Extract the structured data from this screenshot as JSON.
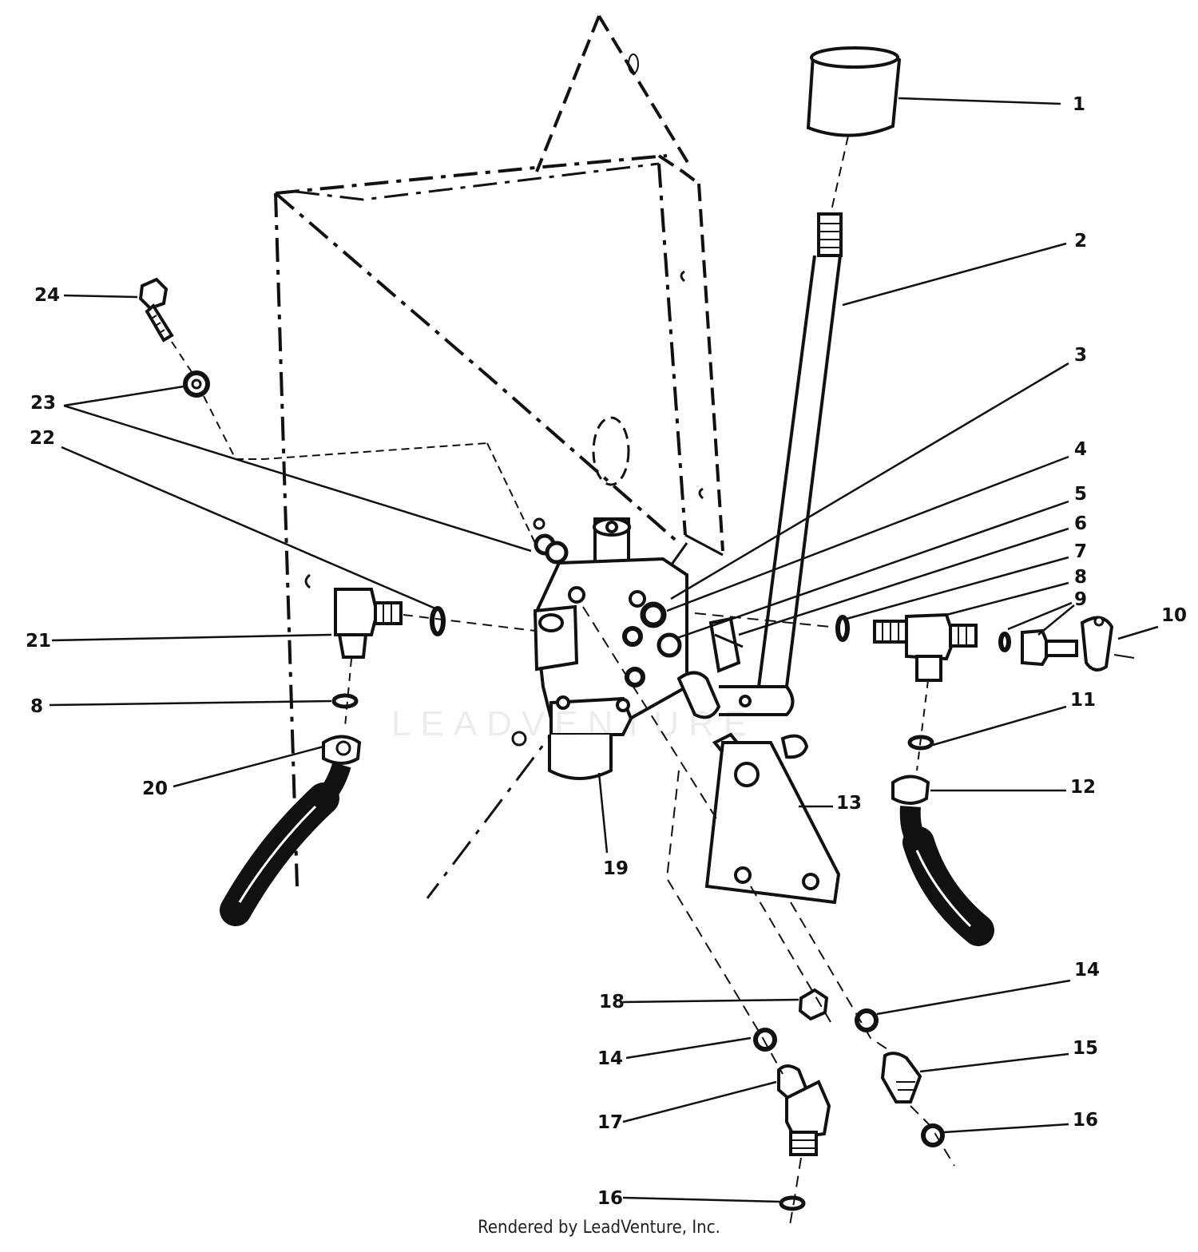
{
  "diagram": {
    "callouts": [
      {
        "id": "1",
        "label": "1"
      },
      {
        "id": "2",
        "label": "2"
      },
      {
        "id": "3",
        "label": "3"
      },
      {
        "id": "4",
        "label": "4"
      },
      {
        "id": "5",
        "label": "5"
      },
      {
        "id": "6",
        "label": "6"
      },
      {
        "id": "7",
        "label": "7"
      },
      {
        "id": "8a",
        "label": "8"
      },
      {
        "id": "9",
        "label": "9"
      },
      {
        "id": "10",
        "label": "10"
      },
      {
        "id": "11",
        "label": "11"
      },
      {
        "id": "12",
        "label": "12"
      },
      {
        "id": "13",
        "label": "13"
      },
      {
        "id": "14a",
        "label": "14"
      },
      {
        "id": "15",
        "label": "15"
      },
      {
        "id": "16a",
        "label": "16"
      },
      {
        "id": "14b",
        "label": "14"
      },
      {
        "id": "17",
        "label": "17"
      },
      {
        "id": "16b",
        "label": "16"
      },
      {
        "id": "18",
        "label": "18"
      },
      {
        "id": "19",
        "label": "19"
      },
      {
        "id": "20",
        "label": "20"
      },
      {
        "id": "8b",
        "label": "8"
      },
      {
        "id": "21",
        "label": "21"
      },
      {
        "id": "22",
        "label": "22"
      },
      {
        "id": "23",
        "label": "23"
      },
      {
        "id": "24",
        "label": "24"
      }
    ],
    "watermark": "LEADVENTURE",
    "footer": "Rendered by LeadVenture, Inc."
  },
  "colors": {
    "ink": "#111111",
    "background": "#ffffff"
  }
}
